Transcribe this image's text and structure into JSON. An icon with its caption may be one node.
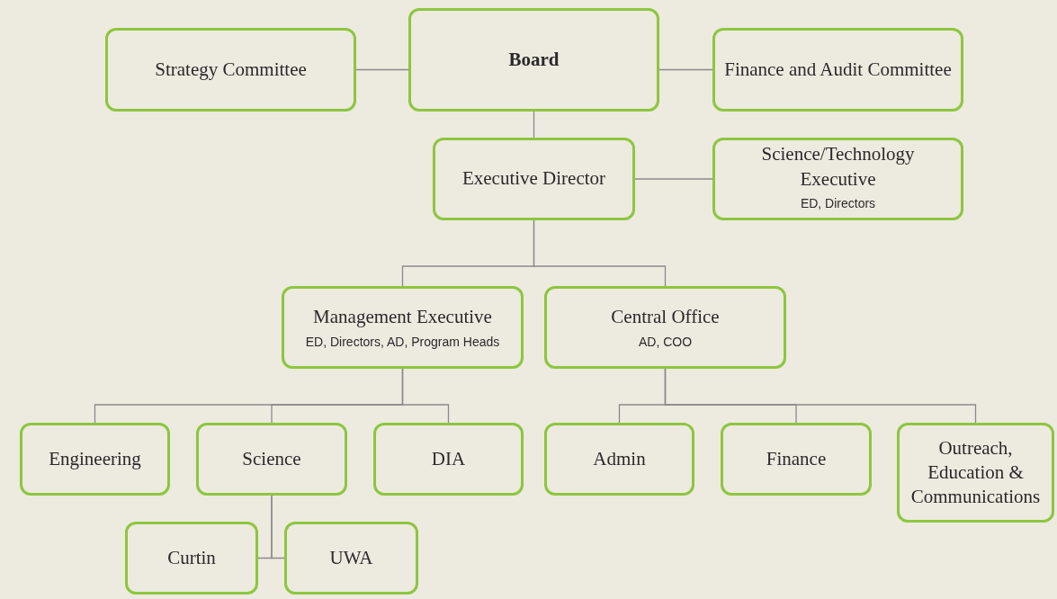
{
  "diagram": {
    "nodes": [
      {
        "text": [
          "Strategy Committee"
        ]
      },
      {
        "text": [
          "Board"
        ]
      },
      {
        "text": [
          "Finance and Audit Committee"
        ]
      },
      {
        "text": [
          "Executive Director"
        ]
      },
      {
        "text": [
          "Science/Technology Executive",
          "ED, Directors"
        ]
      },
      {
        "text": [
          "Management Executive",
          "ED, Directors, AD, Program Heads"
        ]
      },
      {
        "text": [
          "Central Office",
          "AD, COO"
        ]
      },
      {
        "text": [
          "Engineering"
        ]
      },
      {
        "text": [
          "Science"
        ]
      },
      {
        "text": [
          "DIA"
        ]
      },
      {
        "text": [
          "Admin"
        ]
      },
      {
        "text": [
          "Finance"
        ]
      },
      {
        "text": [
          "Outreach, Education & Communications"
        ]
      },
      {
        "text": [
          "Curtin"
        ]
      },
      {
        "text": [
          "UWA"
        ]
      }
    ],
    "edges": [
      {
        "from": 1,
        "to": 0,
        "arrow": "none"
      },
      {
        "from": 1,
        "to": 2,
        "arrow": "none"
      },
      {
        "from": 1,
        "to": 3,
        "arrow": "none"
      },
      {
        "from": 3,
        "to": 4,
        "arrow": "none"
      },
      {
        "from": 3,
        "to": 5,
        "arrow": "none"
      },
      {
        "from": 3,
        "to": 6,
        "arrow": "none"
      },
      {
        "from": 5,
        "to": 7,
        "arrow": "none"
      },
      {
        "from": 5,
        "to": 8,
        "arrow": "none"
      },
      {
        "from": 5,
        "to": 9,
        "arrow": "none"
      },
      {
        "from": 6,
        "to": 10,
        "arrow": "none"
      },
      {
        "from": 6,
        "to": 11,
        "arrow": "none"
      },
      {
        "from": 6,
        "to": 12,
        "arrow": "none"
      },
      {
        "from": 8,
        "to": 13,
        "arrow": "none"
      },
      {
        "from": 8,
        "to": 14,
        "arrow": "none"
      }
    ]
  }
}
